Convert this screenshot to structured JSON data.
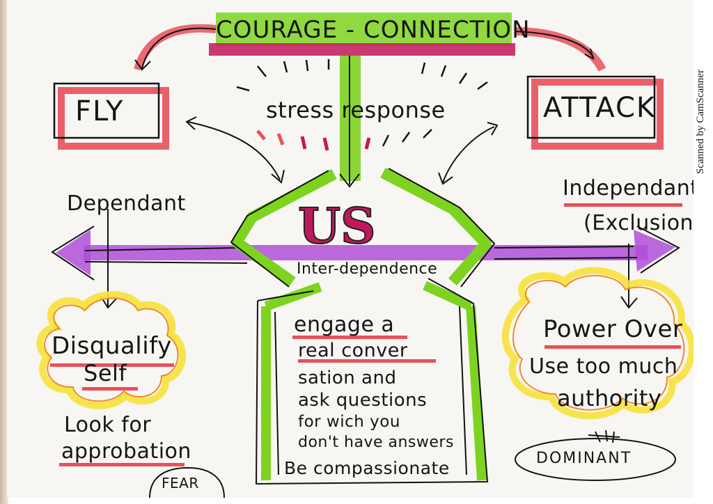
{
  "title": "COURAGE - CONNECTION",
  "stress_response": "stress response",
  "fly": "FLY",
  "attack": "ATTACK",
  "dependant": "Dependant",
  "independant": "Independant",
  "exclusion": "(Exclusion)",
  "us": "US",
  "interdependence": "Inter-dependence",
  "center": {
    "lines": [
      "engage a",
      "real conver",
      "sation and",
      "ask questions",
      "for wich you",
      "don't have answers"
    ],
    "footer": "Be compassionate"
  },
  "left": {
    "heading1": "Disqualify",
    "heading2": "Self",
    "line1": "Look for",
    "line2": "approbation",
    "tag": "FEAR"
  },
  "right": {
    "heading": "Power Over",
    "line1": "Use too much",
    "line2": "authority",
    "tag": "DOMINANT"
  },
  "scanner_mark": "Scanned by CamScanner",
  "colors": {
    "green": "#7ed321",
    "magenta": "#c2185b",
    "purple": "#b04fd8",
    "red": "#e8505b",
    "yellow": "#f6e23b",
    "orange": "#ef8a2a"
  }
}
